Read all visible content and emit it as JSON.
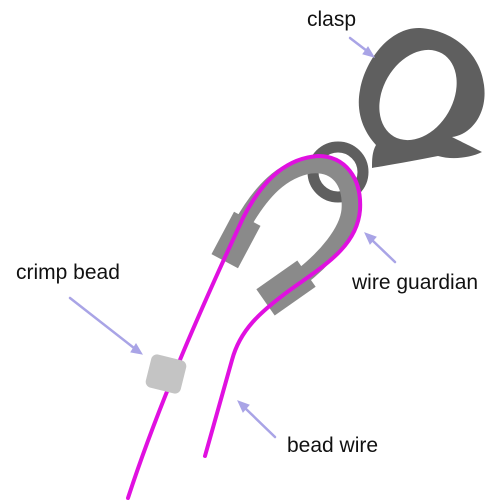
{
  "labels": {
    "clasp": "clasp",
    "crimp_bead": "crimp bead",
    "wire_guardian": "wire guardian",
    "bead_wire": "bead wire"
  },
  "colors": {
    "wire": "#e010e0",
    "clasp": "#5f5f5f",
    "guardian": "#8a8a8a",
    "crimp_bead": "#c4c4c4",
    "arrow": "#a9a4e6",
    "text": "#111111"
  }
}
